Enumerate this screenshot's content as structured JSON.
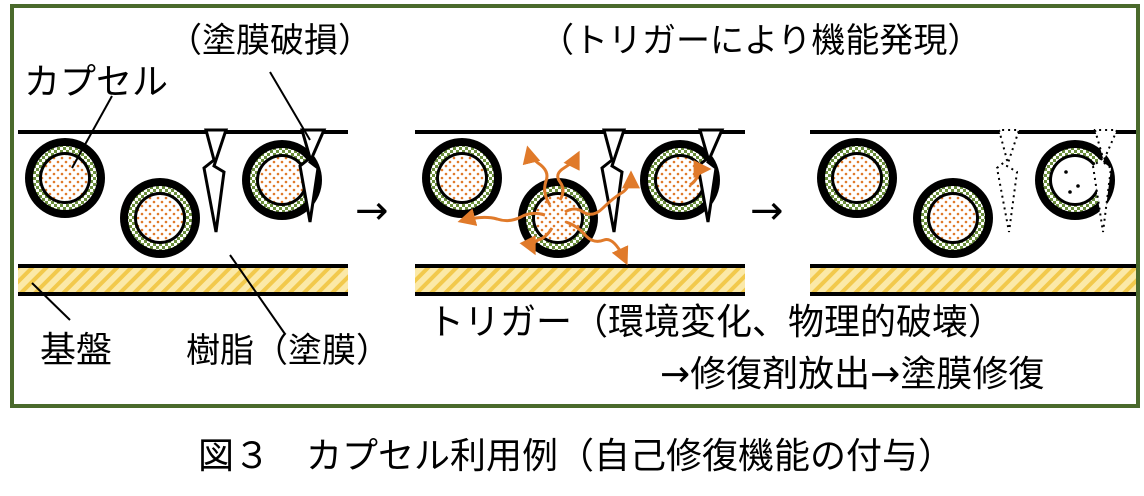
{
  "labels": {
    "damage": "（塗膜破損）",
    "trigger_function": "（トリガーにより機能発現）",
    "capsule": "カプセル",
    "substrate": "基盤",
    "resin": "樹脂（塗膜）",
    "trigger_desc": "トリガー（環境変化、物理的破壊）",
    "process": "→修復剤放出→塗膜修復"
  },
  "caption": "図３　カプセル利用例（自己修復機能の付与）",
  "arrows": {
    "step": "→"
  },
  "colors": {
    "frame": "#4a6a2c",
    "shell_pattern": "#6b8e3c",
    "core_dots": "#e07a2a",
    "substrate_fill": "#f2c94c",
    "release_arrow": "#e07a2a"
  }
}
